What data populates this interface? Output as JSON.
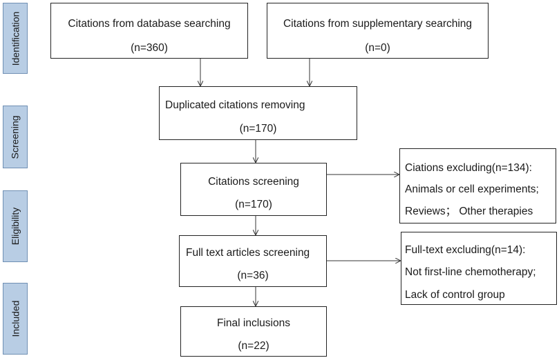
{
  "stages": {
    "identification": "Identification",
    "screening": "Screening",
    "eligibility": "Eligibility",
    "included": "Included"
  },
  "boxes": {
    "database": {
      "title": "Citations from database searching",
      "count": "(n=360)"
    },
    "supplementary": {
      "title": "Citations from supplementary searching",
      "count": "(n=0)"
    },
    "duplicates": {
      "title": "Duplicated citations removing",
      "count": "(n=170)"
    },
    "screening": {
      "title": "Citations screening",
      "count": "(n=170)"
    },
    "fulltext": {
      "title": "Full text articles screening",
      "count": "(n=36)"
    },
    "final": {
      "title": "Final inclusions",
      "count": "(n=22)"
    },
    "citation_exclusions": {
      "title": "Ciations excluding(n=134):",
      "reason1": "Animals or cell experiments;",
      "reason2": "Reviews； Other therapies"
    },
    "fulltext_exclusions": {
      "title": "Full-text excluding(n=14):",
      "reason1": "Not first-line chemotherapy;",
      "reason2": "Lack of control group"
    }
  }
}
